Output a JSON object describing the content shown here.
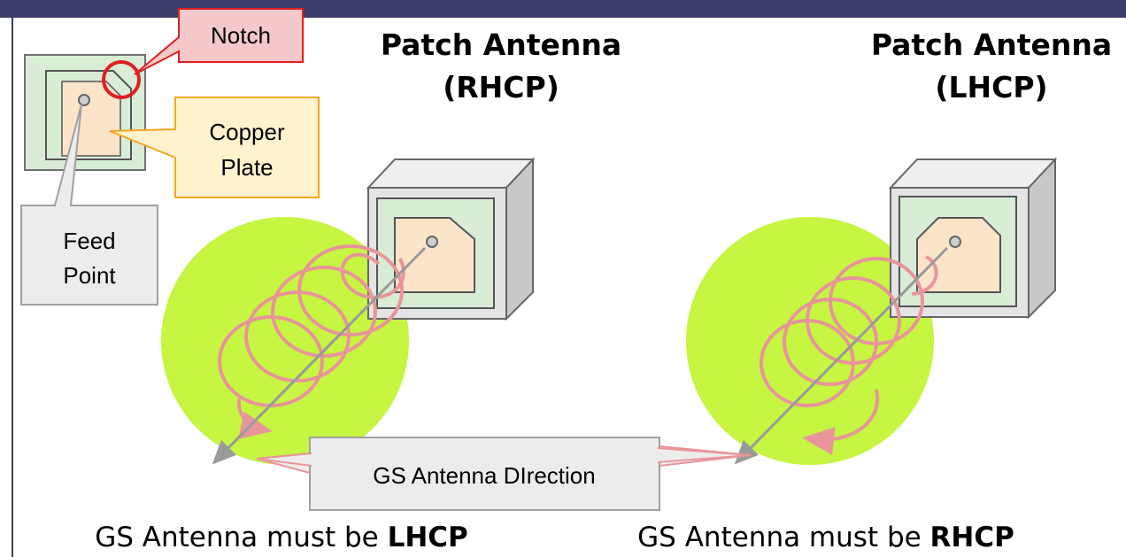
{
  "antenna_left": {
    "title_line1": "Patch Antenna",
    "title_line2": "(RHCP)",
    "requirement_prefix": "GS Antenna must be ",
    "requirement_value": "LHCP"
  },
  "antenna_right": {
    "title_line1": "Patch Antenna",
    "title_line2": "(LHCP)",
    "requirement_prefix": "GS Antenna must be ",
    "requirement_value": "RHCP"
  },
  "legend": {
    "notch_label": "Notch",
    "copper_line1": "Copper",
    "copper_line2": "Plate",
    "feed_line1": "Feed",
    "feed_line2": "Point"
  },
  "direction_label": "GS Antenna DIrection",
  "colors": {
    "top_bar": "#3d3d6b",
    "beam_green": "#c6f542",
    "spiral_pink": "#e8959a",
    "copper": "#fce4c9",
    "substrate": "#d8ecd6",
    "notch_box": "#f5c8cc",
    "notch_border": "#e02020",
    "copper_box": "#fff2cc",
    "copper_border": "#f5a623",
    "gray_box": "#ececec",
    "gray_border": "#a0a0a0"
  }
}
